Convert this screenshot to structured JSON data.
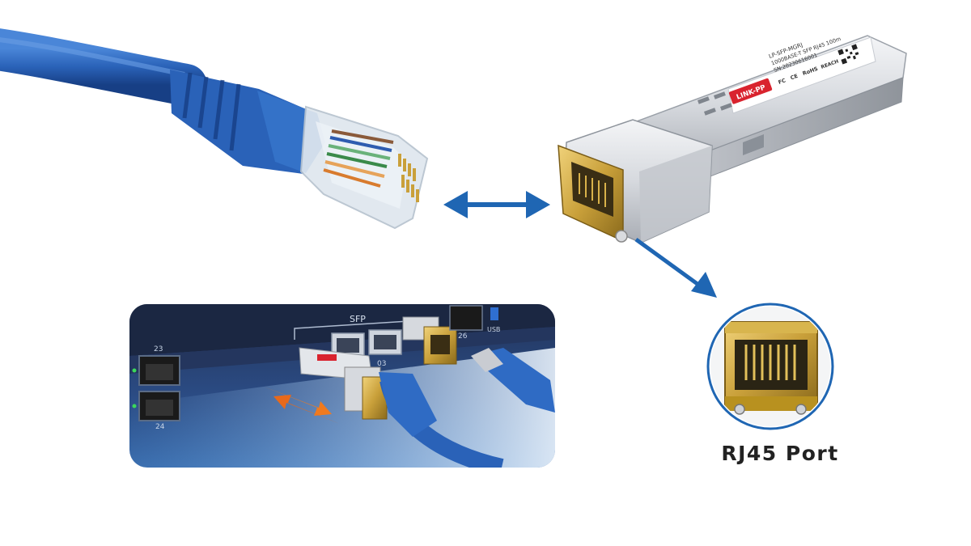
{
  "module": {
    "brand": "LINK-PP",
    "model_line": "LP-SFP-MGRJ",
    "spec_line": "1000BASE-T SFP RJ45 100m",
    "serial_line": "SN:20230616001",
    "cert_marks": [
      "FC",
      "CE",
      "RoHS",
      "REACH"
    ]
  },
  "switch_panel": {
    "sfp_label": "SFP",
    "port_23": "23",
    "port_24": "24",
    "port_03": "03",
    "port_26": "26",
    "usb_label": "USB"
  },
  "callout": {
    "port_label": "RJ45 Port"
  },
  "colors": {
    "cable_blue": "#2a62b8",
    "arrow_blue": "#1f66b3",
    "gold": "#c9a03a",
    "orange_arrow": "#f07a1e"
  }
}
